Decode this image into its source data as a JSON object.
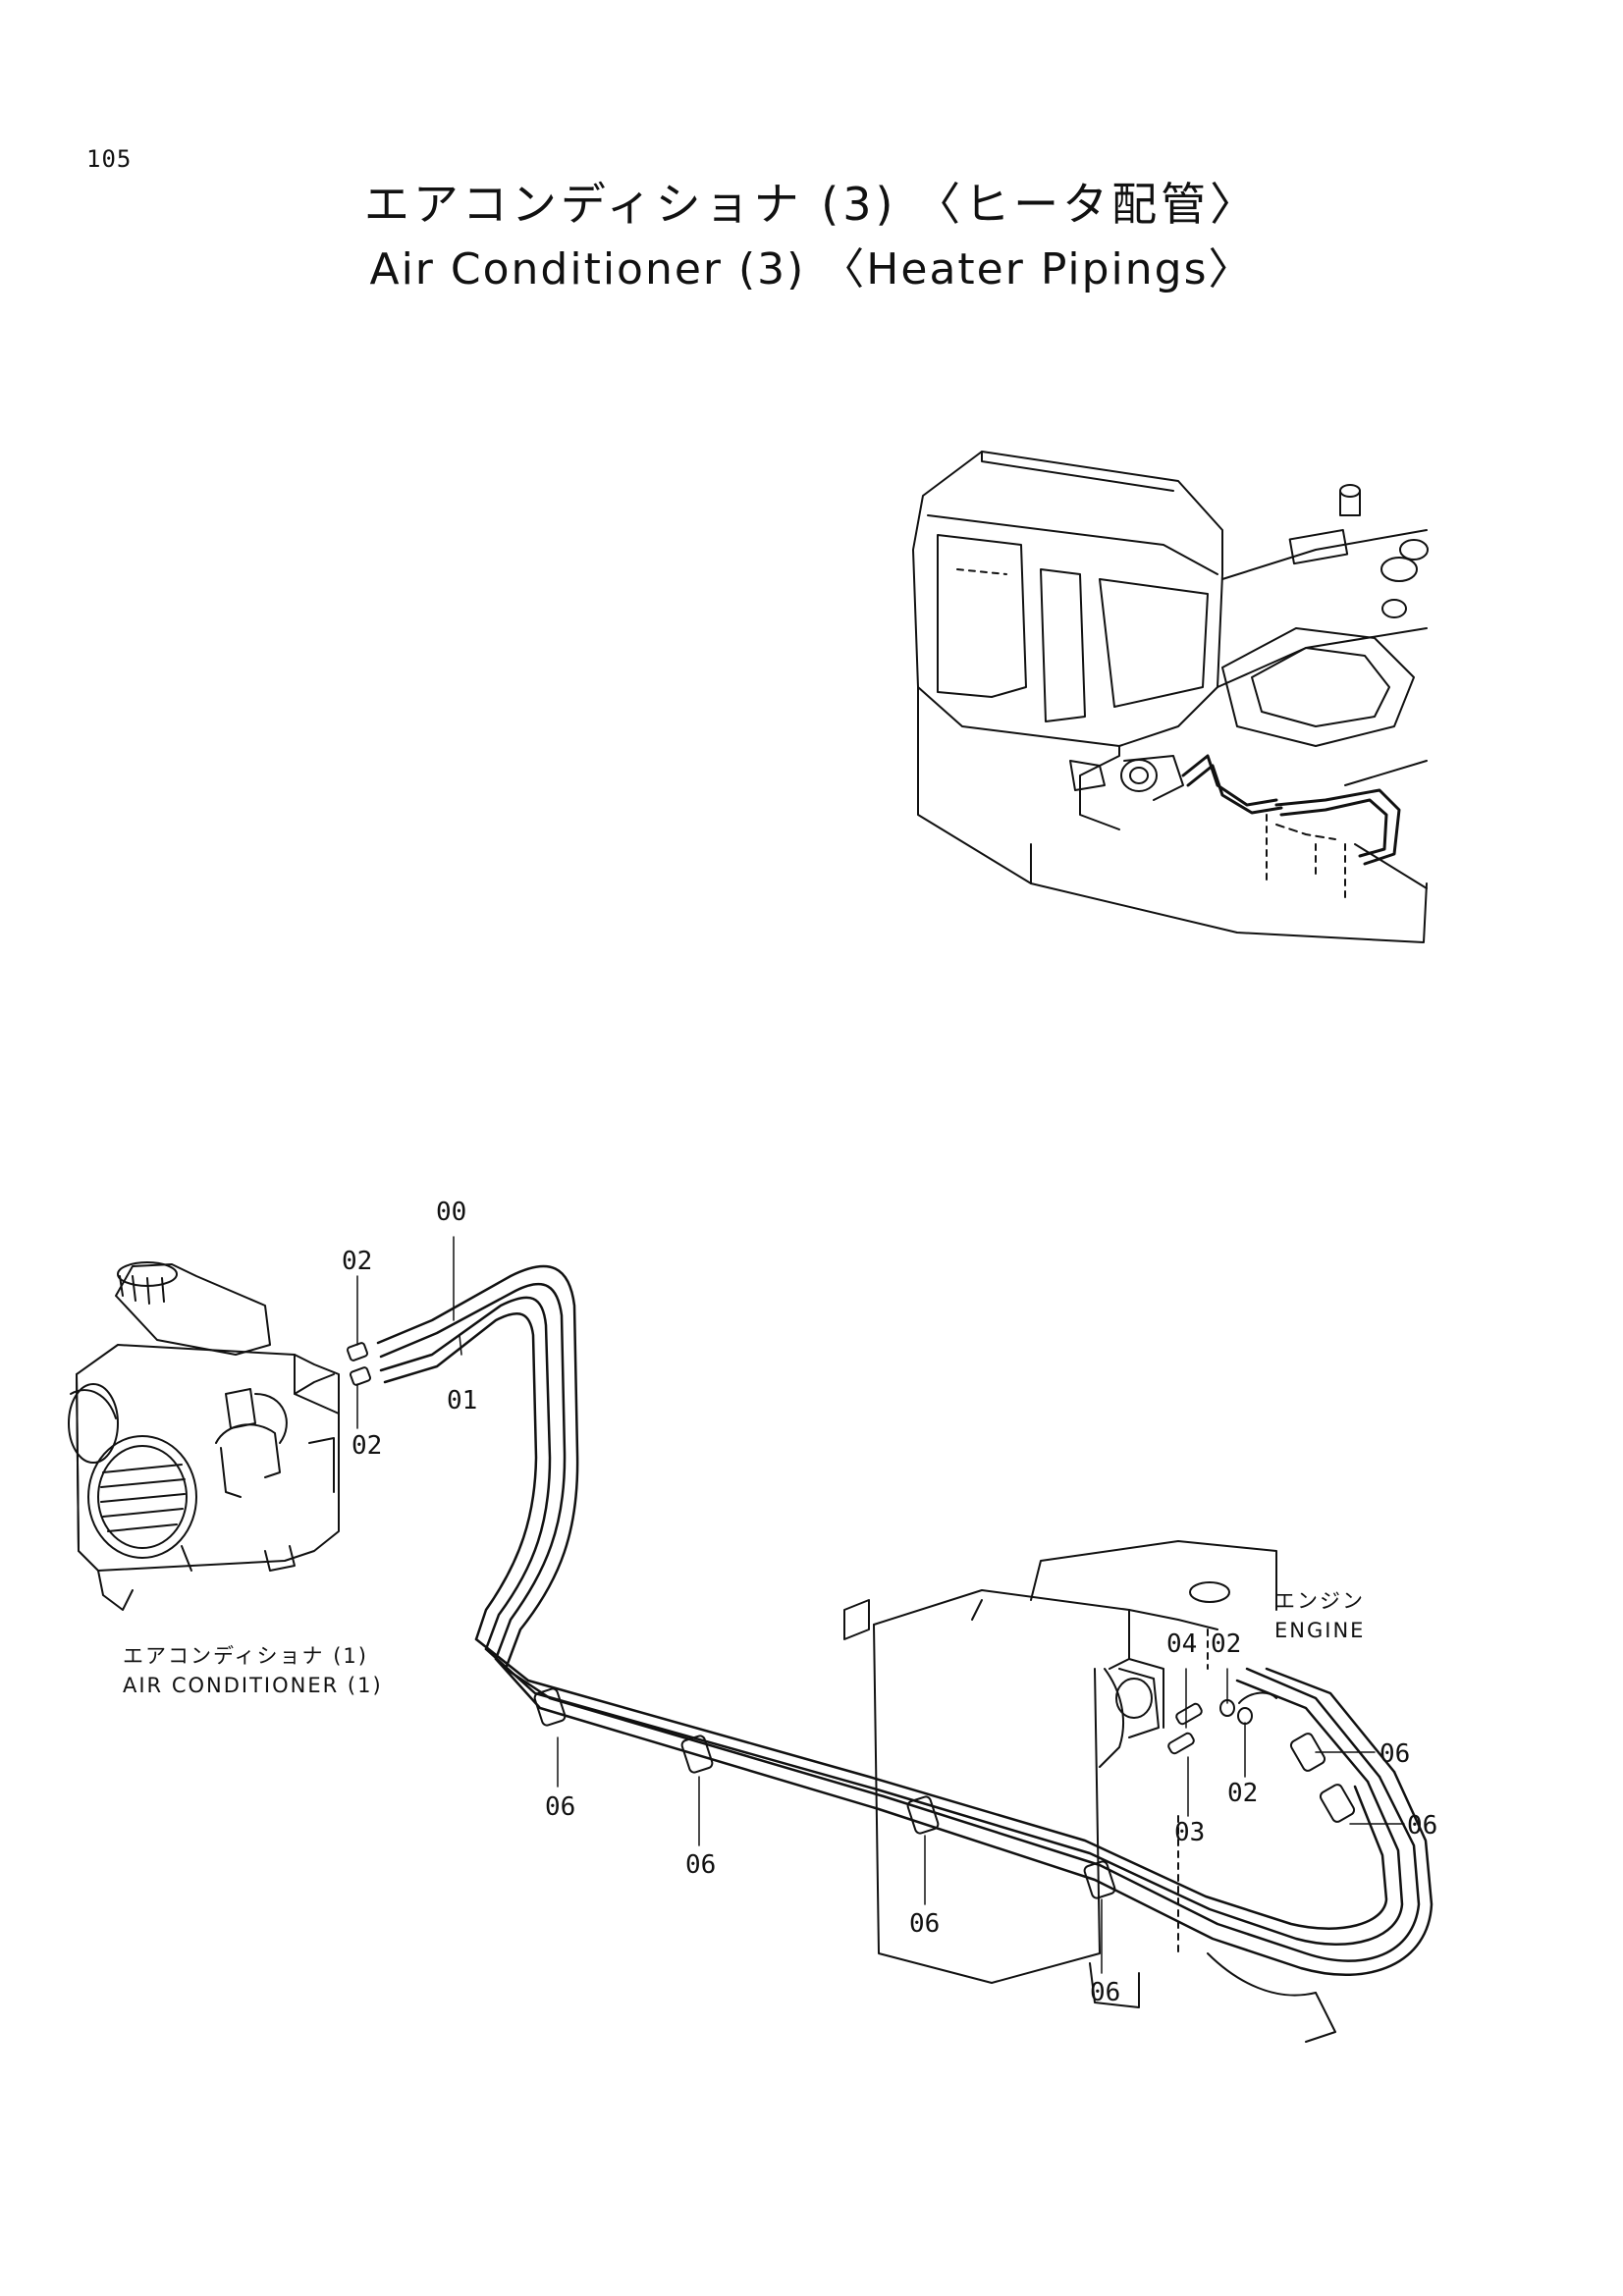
{
  "page_number": "105",
  "title_jp": "エアコンディショナ (3) 〈ヒータ配管〉",
  "title_en": "Air Conditioner (3) 〈Heater Pipings〉",
  "captions": {
    "aircon_jp": "エアコンディショナ (1)",
    "aircon_en": "AIR CONDITIONER (1)",
    "engine_jp": "エンジン",
    "engine_en": "ENGINE"
  },
  "callouts": [
    "00",
    "02",
    "02",
    "01",
    "06",
    "06",
    "06",
    "06",
    "04",
    "02",
    "02",
    "03",
    "06",
    "06"
  ]
}
